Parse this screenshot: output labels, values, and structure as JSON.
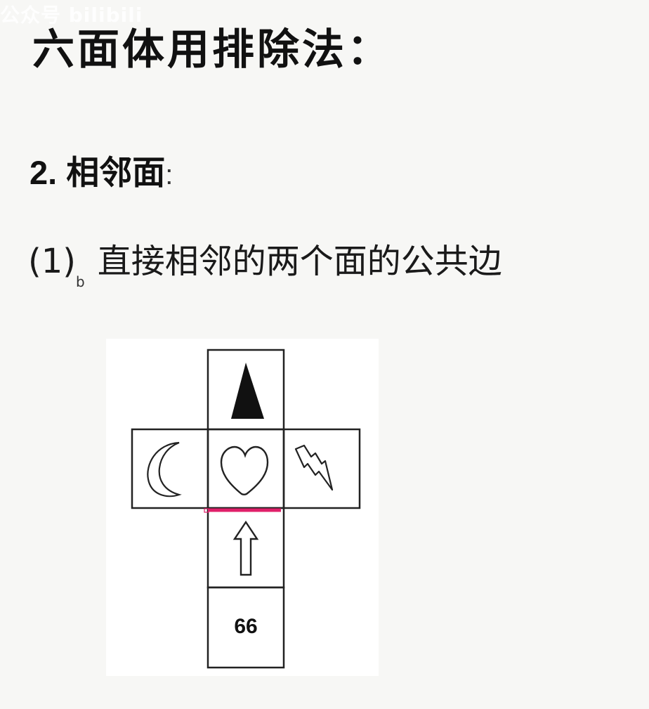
{
  "watermark": "公众号 bilibili",
  "title": "六面体用排除法：",
  "subtitle": {
    "text": "2. 相邻面",
    "colon": ":"
  },
  "point": {
    "index": "(1)",
    "sub": "b",
    "text": "直接相邻的两个面的公共边"
  },
  "net": {
    "faces": [
      {
        "name": "top",
        "symbol": "triangle-icon"
      },
      {
        "name": "left",
        "symbol": "moon-icon"
      },
      {
        "name": "center",
        "symbol": "heart-icon"
      },
      {
        "name": "right",
        "symbol": "lightning-icon"
      },
      {
        "name": "below-center",
        "symbol": "up-arrow-icon"
      },
      {
        "name": "bottom",
        "label": "66"
      }
    ],
    "highlight_color": "#e0206a",
    "line_color": "#222222"
  }
}
